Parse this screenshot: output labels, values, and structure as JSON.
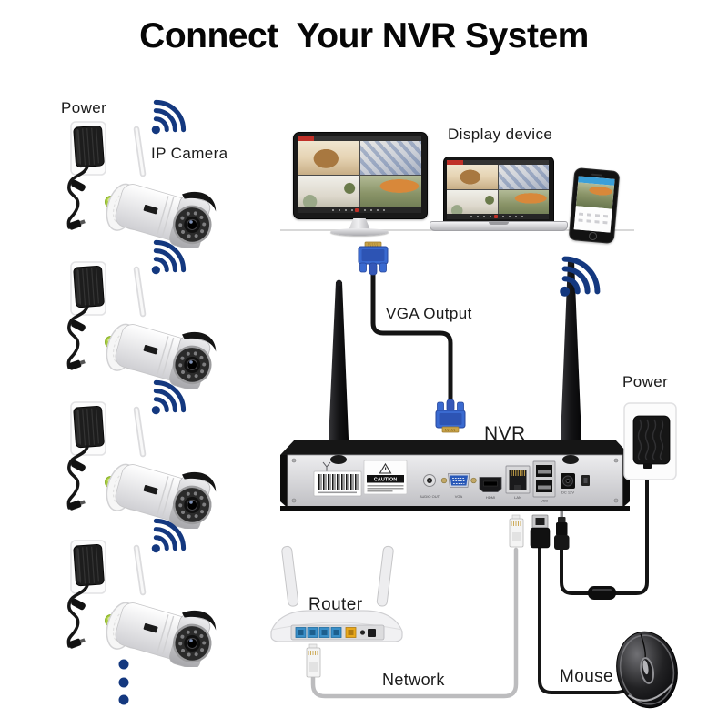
{
  "title": "Connect  Your NVR System",
  "labels": {
    "camera_power": "Power",
    "ip_camera": "IP Camera",
    "display_device": "Display device",
    "vga_output": "VGA Output",
    "nvr": "NVR",
    "nvr_power": "Power",
    "router": "Router",
    "network": "Network",
    "mouse": "Mouse"
  },
  "nvr_panel": {
    "caution": "CAUTION",
    "ports": [
      "AUDIO OUT",
      "VGA",
      "HDMI",
      "LAN",
      "USB",
      "DC 12V"
    ]
  },
  "diagram": {
    "camera_count": 4,
    "more_cameras_ellipsis_dots": 3,
    "wifi_icon_color": "#14387f",
    "vga_connector_blue": "#3a6ad0",
    "router_port_blue": "#3a8fc8",
    "router_port_yellow": "#e8a81c"
  }
}
